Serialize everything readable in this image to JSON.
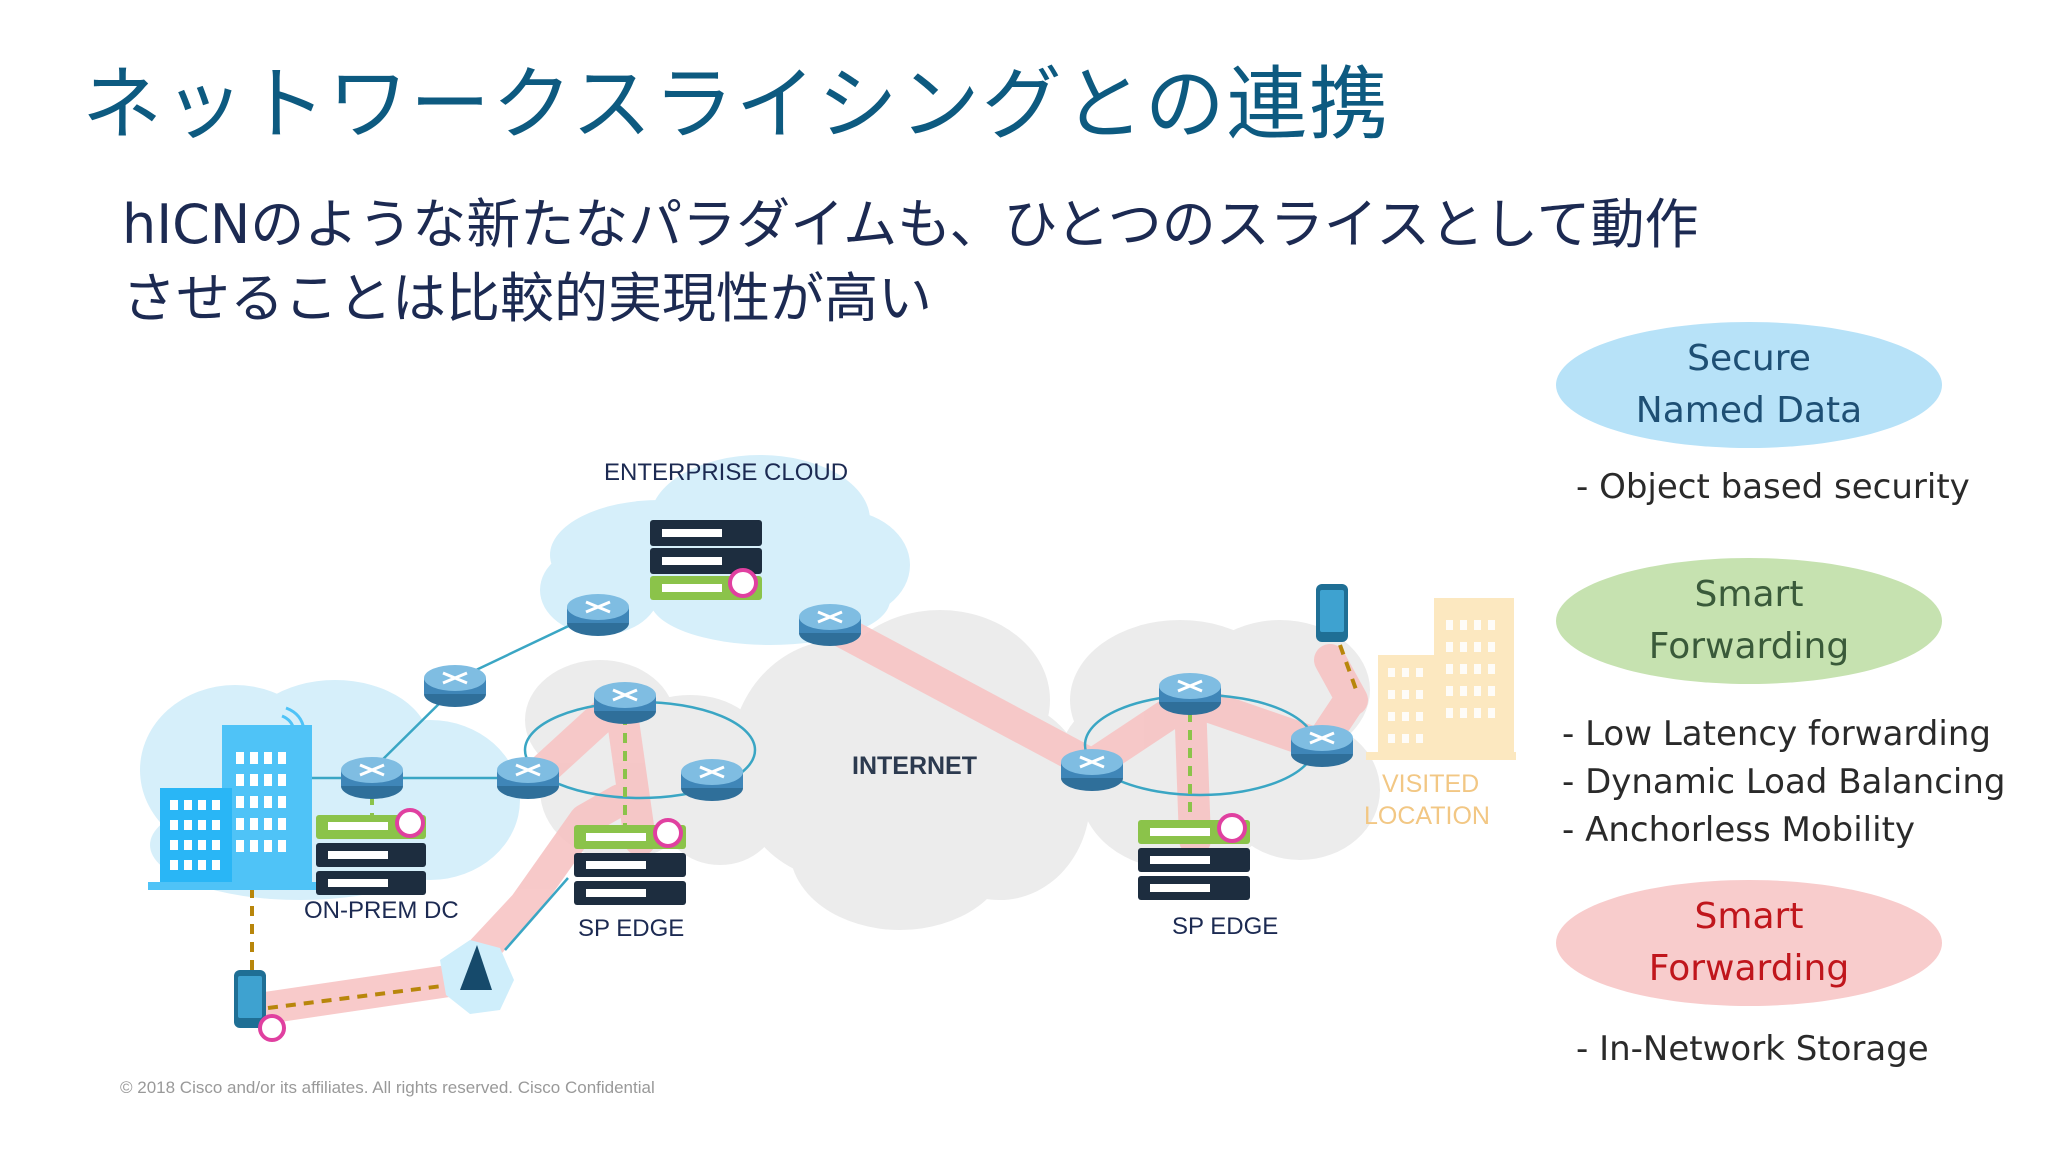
{
  "slide": {
    "title": "ネットワークスライシングとの連携",
    "subtitle_line1": "hICNのような新たなパラダイムも、ひとつのスライスとして動作",
    "subtitle_line2": "させることは比較的実現性が高い",
    "footer": "© 2018  Cisco and/or its affiliates. All rights reserved.   Cisco Confidential"
  },
  "diagram": {
    "labels": {
      "enterprise_cloud": "ENTERPRISE CLOUD",
      "internet": "INTERNET",
      "on_prem_dc": "ON-PREM DC",
      "sp_edge_left": "SP EDGE",
      "sp_edge_right": "SP EDGE",
      "visited_line1": "VISITED",
      "visited_line2": "LOCATION"
    },
    "colors": {
      "cloud": "#d6effa",
      "cloud_gray": "#ececec",
      "router": "#5aa2cf",
      "link": "#3aa6c4",
      "slice": "#f7c4c4",
      "building": "#4fc3f7",
      "visited_building": "#fce8c0",
      "server_dark": "#1d2d3f",
      "server_green": "#8bc34a",
      "dashed_green": "#8bc34a",
      "dashed_gold": "#b8860b"
    }
  },
  "features": [
    {
      "label_line1": "Secure",
      "label_line2": "Named Data",
      "color": "#b7e2f8",
      "bullets": [
        "- Object based security"
      ]
    },
    {
      "label_line1": "Smart",
      "label_line2": "Forwarding",
      "color": "#c6e2b0",
      "bullets": [
        "- Low Latency forwarding",
        "- Dynamic Load Balancing",
        "- Anchorless Mobility"
      ]
    },
    {
      "label_line1": "Smart",
      "label_line2": "Forwarding",
      "color": "#f8cccc",
      "bullets": [
        "- In-Network Storage"
      ]
    }
  ]
}
